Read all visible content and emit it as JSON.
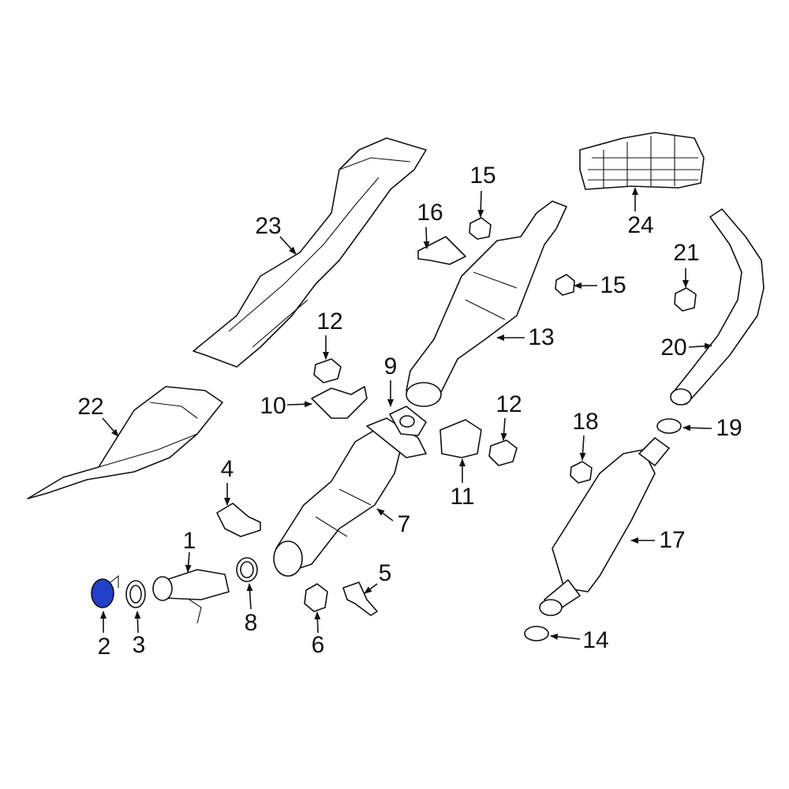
{
  "diagram": {
    "highlight_color": "#2340c8",
    "highlighted_part": "2",
    "callouts": [
      {
        "id": "c1",
        "label": "1"
      },
      {
        "id": "c2",
        "label": "2"
      },
      {
        "id": "c3",
        "label": "3"
      },
      {
        "id": "c4",
        "label": "4"
      },
      {
        "id": "c5",
        "label": "5"
      },
      {
        "id": "c6",
        "label": "6"
      },
      {
        "id": "c7",
        "label": "7"
      },
      {
        "id": "c8",
        "label": "8"
      },
      {
        "id": "c9",
        "label": "9"
      },
      {
        "id": "c10",
        "label": "10"
      },
      {
        "id": "c11",
        "label": "11"
      },
      {
        "id": "c12a",
        "label": "12"
      },
      {
        "id": "c12b",
        "label": "12"
      },
      {
        "id": "c13",
        "label": "13"
      },
      {
        "id": "c14",
        "label": "14"
      },
      {
        "id": "c15a",
        "label": "15"
      },
      {
        "id": "c15b",
        "label": "15"
      },
      {
        "id": "c16",
        "label": "16"
      },
      {
        "id": "c17",
        "label": "17"
      },
      {
        "id": "c18",
        "label": "18"
      },
      {
        "id": "c19",
        "label": "19"
      },
      {
        "id": "c20",
        "label": "20"
      },
      {
        "id": "c21",
        "label": "21"
      },
      {
        "id": "c22",
        "label": "22"
      },
      {
        "id": "c23",
        "label": "23"
      },
      {
        "id": "c24",
        "label": "24"
      }
    ]
  }
}
